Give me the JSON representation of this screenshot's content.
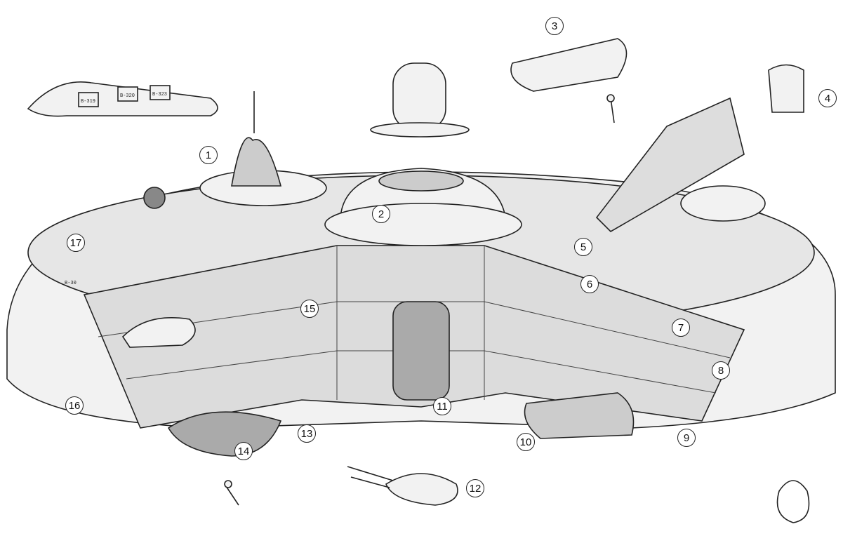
{
  "colors": {
    "line": "#222222",
    "fill": "#f2f2f2",
    "shade": "#b8b8b8",
    "dark": "#555555"
  },
  "crate_labels": [
    "B-319",
    "B-320",
    "B-323",
    "B-30"
  ],
  "callouts": [
    {
      "n": "1"
    },
    {
      "n": "2"
    },
    {
      "n": "3"
    },
    {
      "n": "4"
    },
    {
      "n": "5"
    },
    {
      "n": "6"
    },
    {
      "n": "7"
    },
    {
      "n": "8"
    },
    {
      "n": "9"
    },
    {
      "n": "10"
    },
    {
      "n": "11"
    },
    {
      "n": "12"
    },
    {
      "n": "13"
    },
    {
      "n": "14"
    },
    {
      "n": "15"
    },
    {
      "n": "16"
    },
    {
      "n": "17"
    }
  ]
}
